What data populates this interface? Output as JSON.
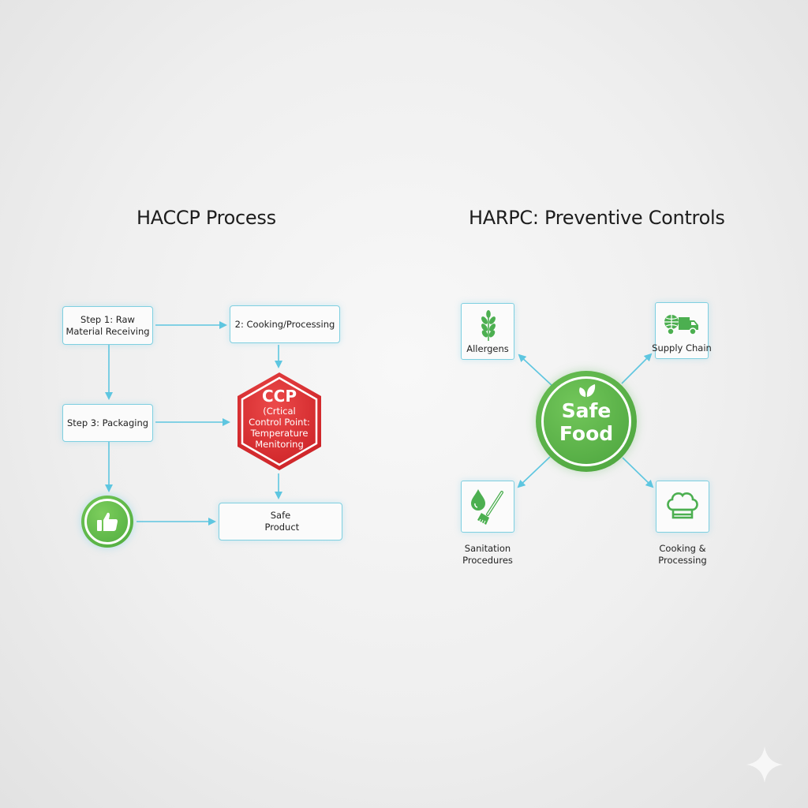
{
  "haccp": {
    "title": "HACCP Process",
    "steps": {
      "raw_material": "Step 1: Raw Material Receiving",
      "cooking": "2: Cooking/Processing",
      "packaging": "Step 3: Packaging",
      "safe_product": "Safe Product"
    },
    "ccp": {
      "title": "CCP",
      "line1": "(Crtical",
      "line2": "Control Point:",
      "line3": "Temperature",
      "line4": "Menitoring",
      "color": "#d9282c"
    },
    "approval_icon": "thumbs-up-icon",
    "approval_color": "#4aa83c"
  },
  "harpc": {
    "title": "HARPC: Preventive Controls",
    "center": {
      "line1": "Safe",
      "line2": "Food",
      "icon": "leaf-icon",
      "color": "#4fae3f"
    },
    "controls": [
      {
        "label": "Allergens",
        "icon": "wheat-icon"
      },
      {
        "label": "Supply Chain",
        "icon": "globe-truck-icon"
      },
      {
        "label_line1": "Sanitation",
        "label_line2": "Procedures",
        "icon": "droplet-brush-icon"
      },
      {
        "label_line1": "Cooking &",
        "label_line2": "Processing",
        "icon": "chef-hat-icon"
      }
    ]
  },
  "colors": {
    "connector": "#5ec6e0",
    "box_border": "#7fcfe0",
    "icon_green": "#4caf50"
  },
  "watermark_icon": "sparkle-icon"
}
